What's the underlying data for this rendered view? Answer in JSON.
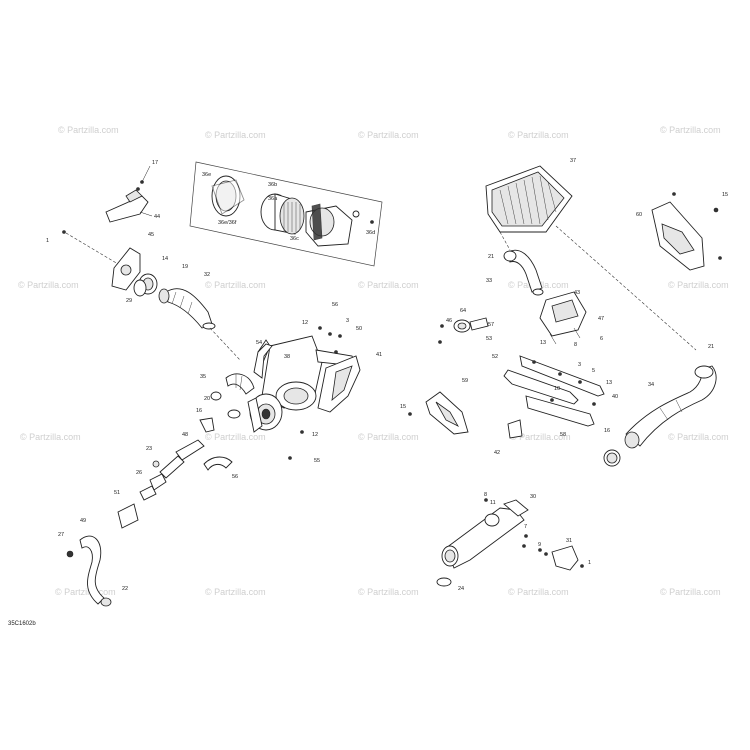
{
  "watermark": "© Partzilla.com",
  "diagram_code": "35C1602b",
  "labels": [
    {
      "id": "l17",
      "text": "17"
    },
    {
      "id": "l44",
      "text": "44"
    },
    {
      "id": "l1a",
      "text": "1"
    },
    {
      "id": "l45",
      "text": "45"
    },
    {
      "id": "l14",
      "text": "14"
    },
    {
      "id": "l19",
      "text": "19"
    },
    {
      "id": "l32",
      "text": "32"
    },
    {
      "id": "l29",
      "text": "29"
    },
    {
      "id": "l36e",
      "text": "36e"
    },
    {
      "id": "l36b",
      "text": "36b"
    },
    {
      "id": "l36a",
      "text": "36a"
    },
    {
      "id": "l36c",
      "text": "36c"
    },
    {
      "id": "l36d",
      "text": "36d"
    },
    {
      "id": "l36f",
      "text": "36e/36f"
    },
    {
      "id": "l37",
      "text": "37"
    },
    {
      "id": "l15",
      "text": "15"
    },
    {
      "id": "l60",
      "text": "60"
    },
    {
      "id": "l21a",
      "text": "21"
    },
    {
      "id": "l33",
      "text": "33"
    },
    {
      "id": "l56",
      "text": "56"
    },
    {
      "id": "l12a",
      "text": "12"
    },
    {
      "id": "l3a",
      "text": "3"
    },
    {
      "id": "l50",
      "text": "50"
    },
    {
      "id": "l41",
      "text": "41"
    },
    {
      "id": "l54",
      "text": "54"
    },
    {
      "id": "l38",
      "text": "38"
    },
    {
      "id": "l35",
      "text": "35"
    },
    {
      "id": "l20",
      "text": "20"
    },
    {
      "id": "l16a",
      "text": "16"
    },
    {
      "id": "l12b",
      "text": "12"
    },
    {
      "id": "l55",
      "text": "55"
    },
    {
      "id": "l48",
      "text": "48"
    },
    {
      "id": "l23",
      "text": "23"
    },
    {
      "id": "l26",
      "text": "26"
    },
    {
      "id": "l56b",
      "text": "56"
    },
    {
      "id": "l51",
      "text": "51"
    },
    {
      "id": "l49",
      "text": "49"
    },
    {
      "id": "l27",
      "text": "27"
    },
    {
      "id": "l22",
      "text": "22"
    },
    {
      "id": "l64",
      "text": "64"
    },
    {
      "id": "l46",
      "text": "46"
    },
    {
      "id": "l57",
      "text": "57"
    },
    {
      "id": "l53",
      "text": "53"
    },
    {
      "id": "l43",
      "text": "43"
    },
    {
      "id": "l47",
      "text": "47"
    },
    {
      "id": "l6",
      "text": "6"
    },
    {
      "id": "l13a",
      "text": "13"
    },
    {
      "id": "l8",
      "text": "8"
    },
    {
      "id": "l3b",
      "text": "3"
    },
    {
      "id": "l5",
      "text": "5"
    },
    {
      "id": "l13b",
      "text": "13"
    },
    {
      "id": "l10",
      "text": "10"
    },
    {
      "id": "l40",
      "text": "40"
    },
    {
      "id": "l52",
      "text": "52"
    },
    {
      "id": "l58",
      "text": "58"
    },
    {
      "id": "l59",
      "text": "59"
    },
    {
      "id": "l15b",
      "text": "15"
    },
    {
      "id": "l42",
      "text": "42"
    },
    {
      "id": "l21b",
      "text": "21"
    },
    {
      "id": "l34",
      "text": "34"
    },
    {
      "id": "l16b",
      "text": "16"
    },
    {
      "id": "l30",
      "text": "30"
    },
    {
      "id": "l8b",
      "text": "8"
    },
    {
      "id": "l11",
      "text": "11"
    },
    {
      "id": "l31",
      "text": "31"
    },
    {
      "id": "l7",
      "text": "7"
    },
    {
      "id": "l24",
      "text": "24"
    },
    {
      "id": "l1b",
      "text": "1"
    },
    {
      "id": "l9",
      "text": "9"
    }
  ]
}
